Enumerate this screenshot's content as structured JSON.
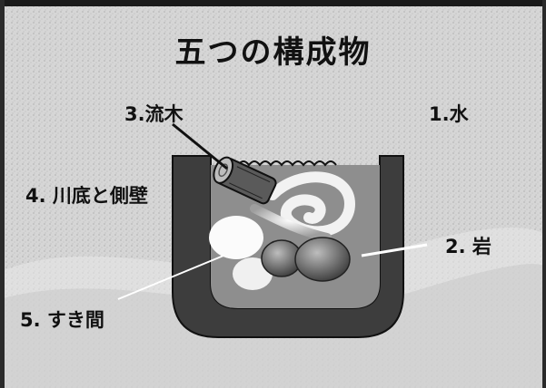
{
  "title": "五つの構成物",
  "labels": {
    "water": "1.水",
    "rocks": "2. 岩",
    "driftwood": "3.流木",
    "bed_and_banks": "4. 川底と側壁",
    "gaps": "5. すき間"
  }
}
